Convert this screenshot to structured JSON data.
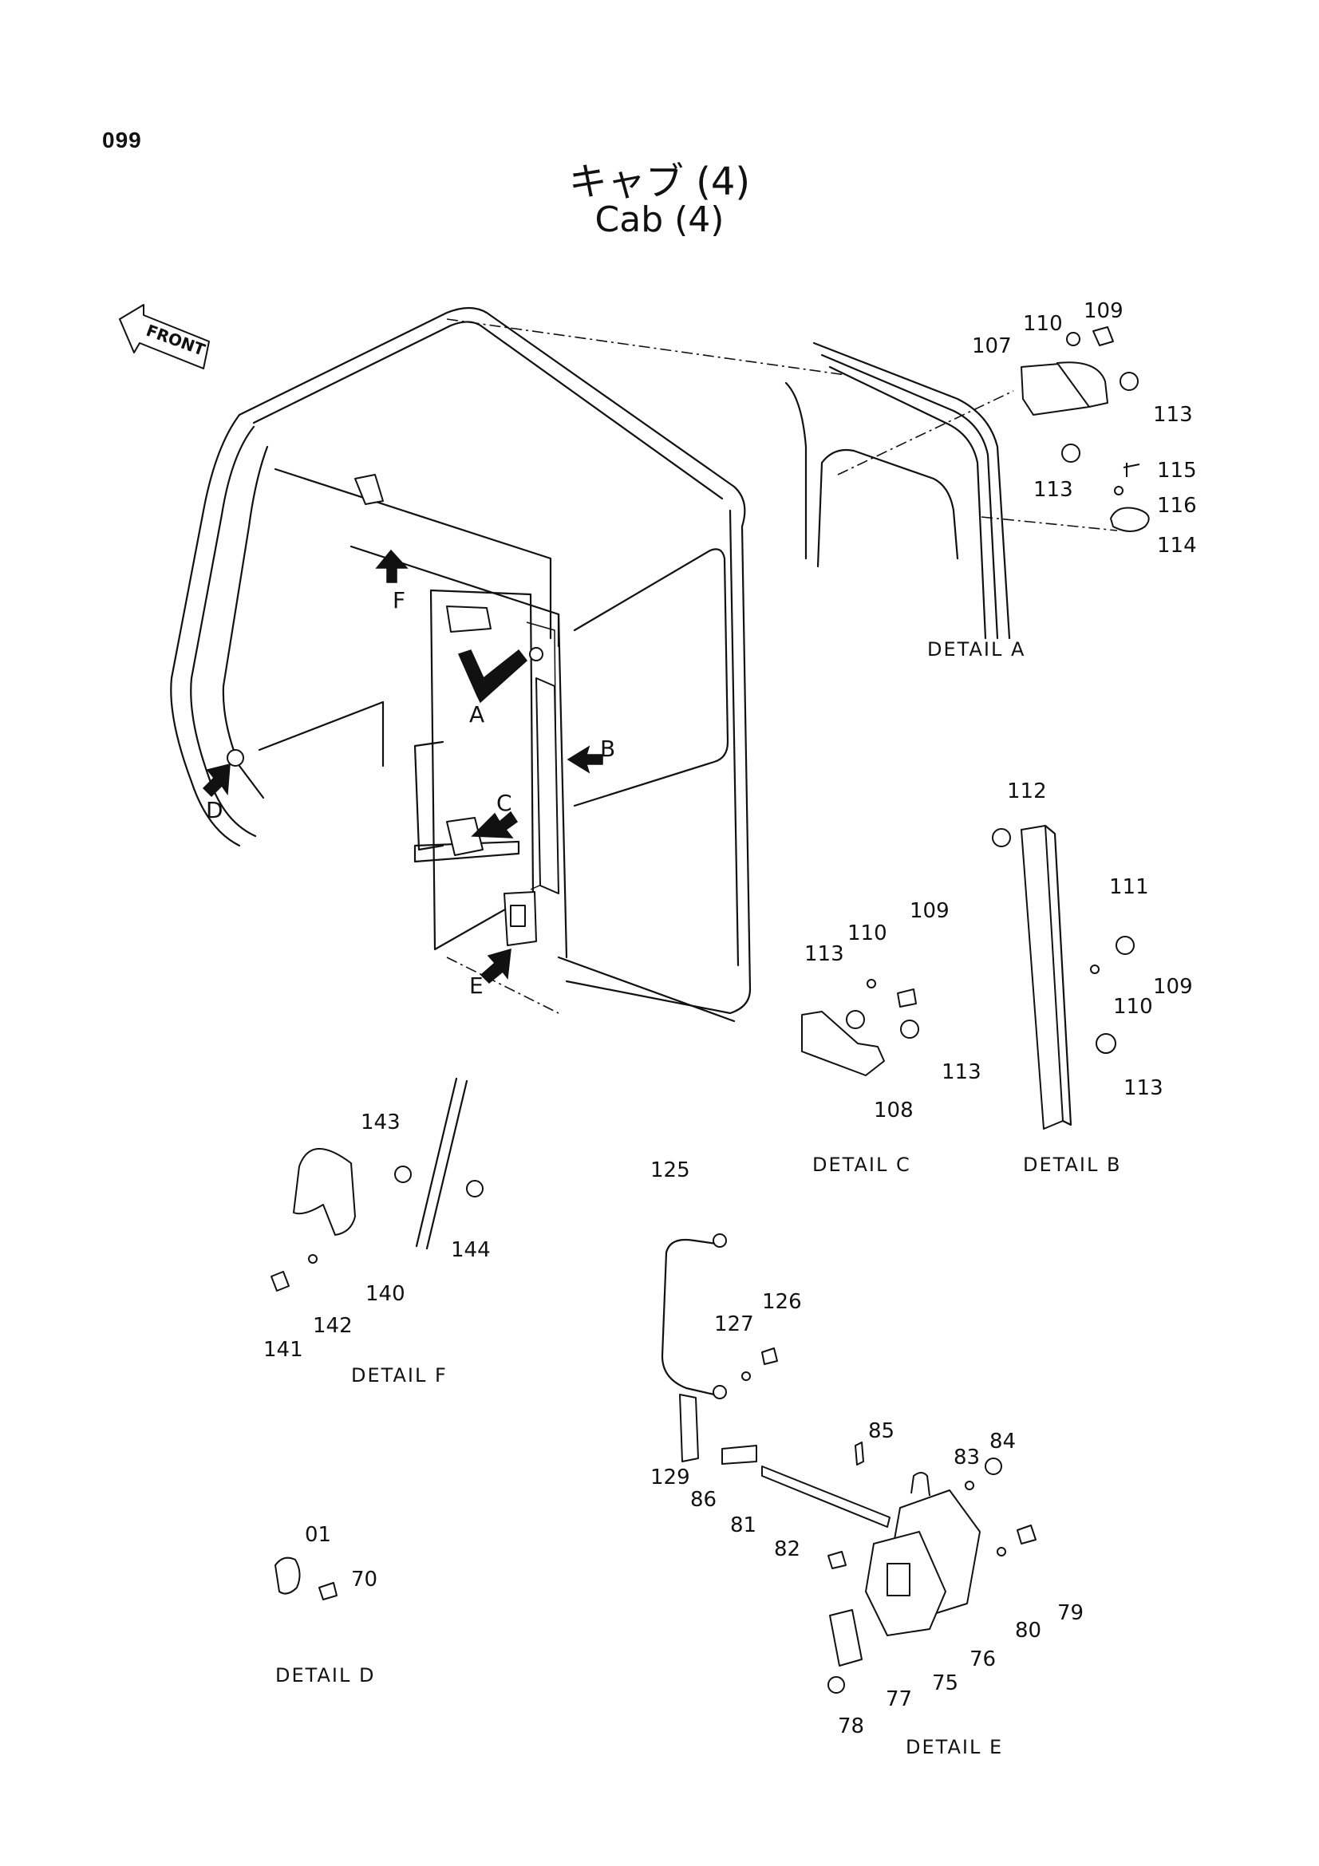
{
  "page_number": "099",
  "title_jp": "キャブ (4)",
  "title_en": "Cab (4)",
  "front_label": "FRONT",
  "arrows": [
    "A",
    "B",
    "C",
    "D",
    "E",
    "F"
  ],
  "details": {
    "A": {
      "label": "DETAIL A",
      "callouts": [
        "109",
        "110",
        "107",
        "113",
        "113",
        "115",
        "116",
        "114"
      ]
    },
    "B": {
      "label": "DETAIL B",
      "callouts": [
        "112",
        "111",
        "109",
        "110",
        "113"
      ]
    },
    "C": {
      "label": "DETAIL C",
      "callouts": [
        "109",
        "110",
        "113",
        "113",
        "108"
      ]
    },
    "D": {
      "label": "DETAIL D",
      "callouts": [
        "01",
        "70"
      ]
    },
    "E": {
      "label": "DETAIL E",
      "callouts": [
        "125",
        "127",
        "126",
        "129",
        "86",
        "85",
        "83",
        "84",
        "81",
        "82",
        "79",
        "80",
        "76",
        "75",
        "77",
        "78"
      ]
    },
    "F": {
      "label": "DETAIL F",
      "callouts": [
        "143",
        "144",
        "140",
        "142",
        "141"
      ]
    }
  }
}
